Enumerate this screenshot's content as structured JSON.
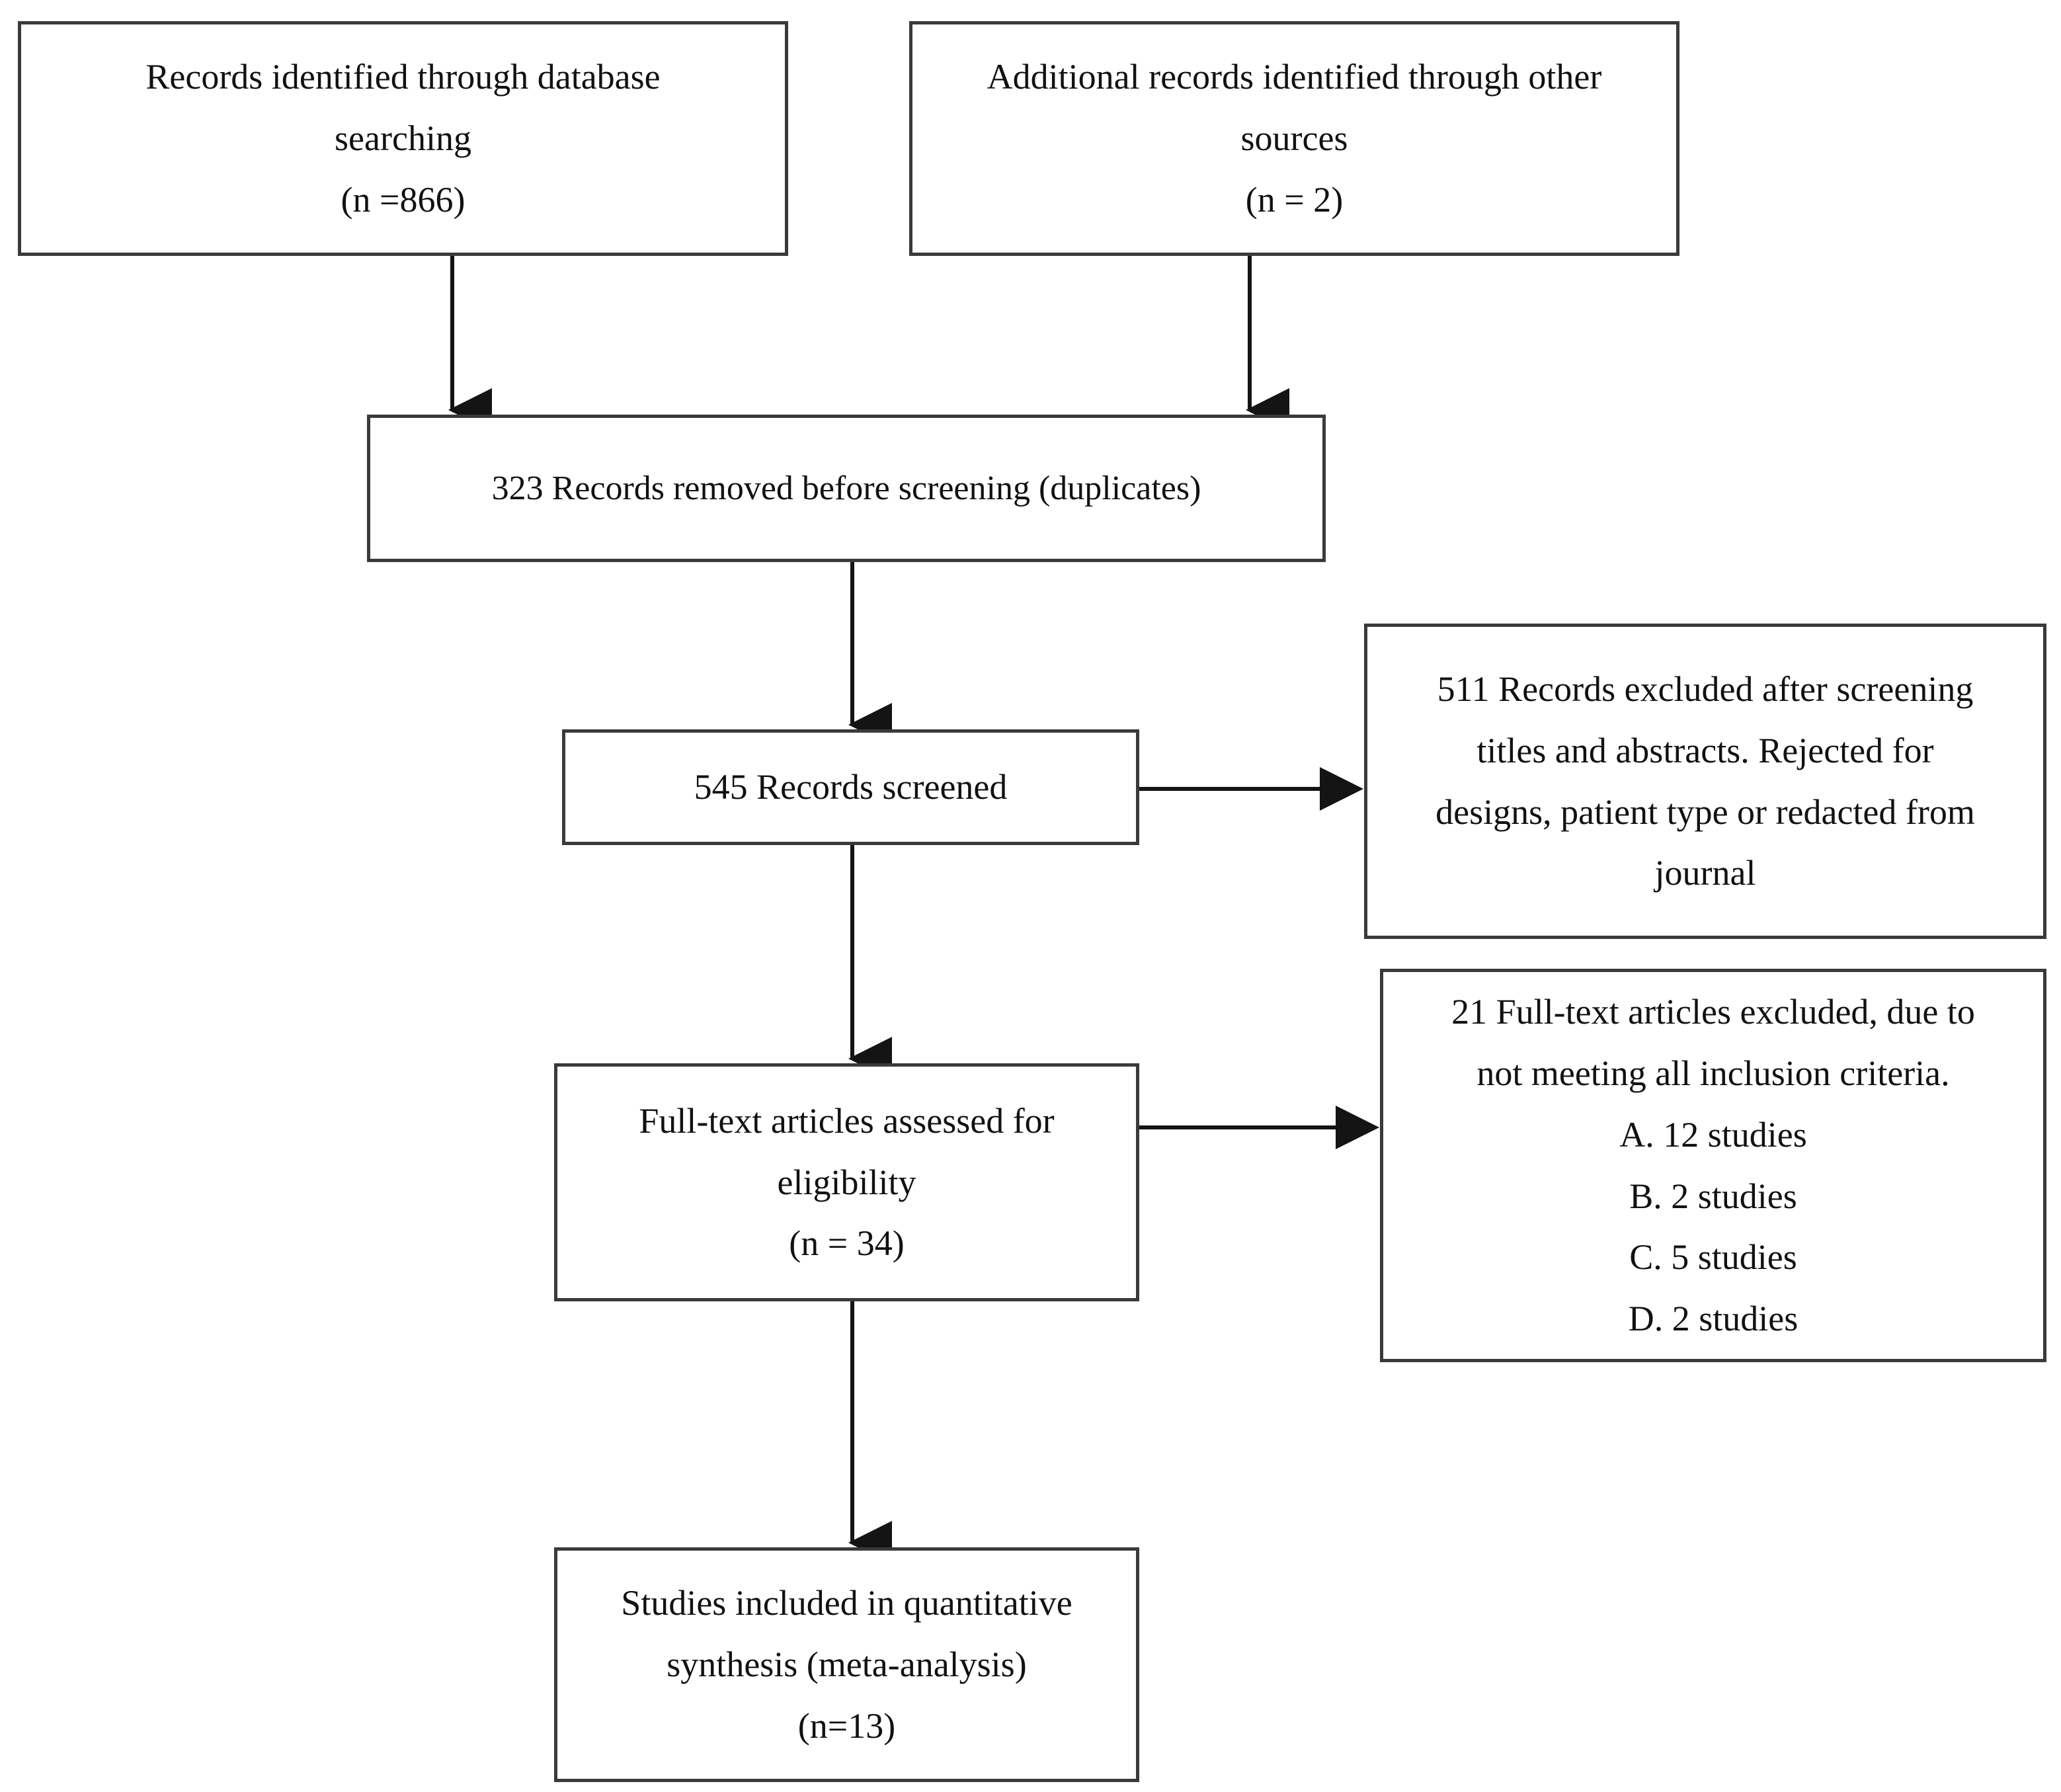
{
  "diagram": {
    "title": "PRISMA study selection flow diagram",
    "stroke_color": "#3a3a3a",
    "text_color": "#111111",
    "background": "#ffffff"
  },
  "nodes": {
    "database_records": {
      "name": "records-identified-database",
      "lines": [
        "Records identified through database",
        "searching",
        "(n =866)"
      ],
      "count": 866
    },
    "other_records": {
      "name": "records-identified-other",
      "lines": [
        "Additional records identified through other",
        "sources",
        "(n = 2)"
      ],
      "count": 2
    },
    "duplicates_removed": {
      "name": "duplicates-removed",
      "lines": [
        "323 Records removed before screening (duplicates)"
      ],
      "count": 323
    },
    "records_screened": {
      "name": "records-screened",
      "lines": [
        "545 Records screened"
      ],
      "count": 545
    },
    "records_excluded": {
      "name": "records-excluded-after-screening",
      "lines": [
        "511 Records excluded after screening",
        "titles and abstracts. Rejected for",
        "designs, patient type or redacted from",
        "journal"
      ],
      "count": 511
    },
    "fulltext_assessed": {
      "name": "fulltext-assessed-eligibility",
      "lines": [
        "Full-text articles assessed for",
        "eligibility",
        "(n = 34)"
      ],
      "count": 34
    },
    "fulltext_excluded": {
      "name": "fulltext-articles-excluded",
      "lines": [
        "21 Full-text articles excluded, due to",
        "not meeting all inclusion criteria.",
        "A. 12 studies",
        "B. 2 studies",
        "C. 5 studies",
        "D. 2 studies"
      ],
      "count": 21,
      "reasons": [
        {
          "label": "A.",
          "value": 12,
          "unit": "studies"
        },
        {
          "label": "B.",
          "value": 2,
          "unit": "studies"
        },
        {
          "label": "C.",
          "value": 5,
          "unit": "studies"
        },
        {
          "label": "D.",
          "value": 2,
          "unit": "studies"
        }
      ]
    },
    "studies_included": {
      "name": "studies-included-quantitative-synthesis",
      "lines": [
        "Studies included in quantitative",
        "synthesis (meta-analysis)",
        "(n=13)"
      ],
      "count": 13
    }
  },
  "edges": [
    {
      "name": "edge-database-to-duplicates",
      "from": "database_records",
      "to": "duplicates_removed",
      "direction": "down"
    },
    {
      "name": "edge-other-to-duplicates",
      "from": "other_records",
      "to": "duplicates_removed",
      "direction": "down"
    },
    {
      "name": "edge-duplicates-to-screened",
      "from": "duplicates_removed",
      "to": "records_screened",
      "direction": "down"
    },
    {
      "name": "edge-screened-to-excluded",
      "from": "records_screened",
      "to": "records_excluded",
      "direction": "right"
    },
    {
      "name": "edge-screened-to-fulltext",
      "from": "records_screened",
      "to": "fulltext_assessed",
      "direction": "down"
    },
    {
      "name": "edge-fulltext-to-ftexcluded",
      "from": "fulltext_assessed",
      "to": "fulltext_excluded",
      "direction": "right"
    },
    {
      "name": "edge-fulltext-to-included",
      "from": "fulltext_assessed",
      "to": "studies_included",
      "direction": "down"
    }
  ]
}
